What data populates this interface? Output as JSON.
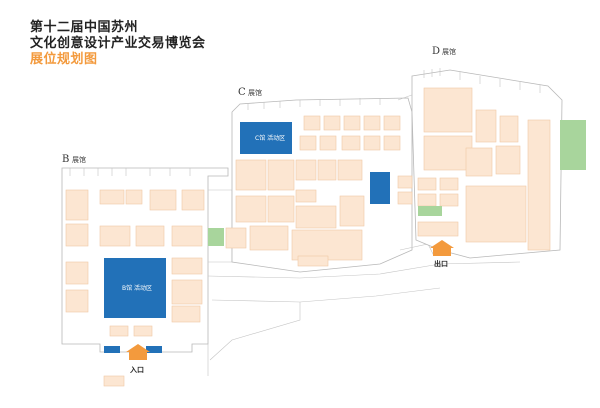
{
  "title": {
    "line1": "第十二届中国苏州",
    "line2": "文化创意设计产业交易博览会",
    "line3": "展位规划图"
  },
  "halls": {
    "b": {
      "letter": "B",
      "word": "展馆"
    },
    "c": {
      "letter": "C",
      "word": "展馆"
    },
    "d": {
      "letter": "D",
      "word": "展馆"
    }
  },
  "zones": {
    "b_activity": "B馆 活动区",
    "c_activity": "C馆 活动区"
  },
  "gates": {
    "entrance": "入口",
    "exit": "出口"
  },
  "colors": {
    "booth": "#fce6d2",
    "activity": "#2271b8",
    "green": "#a8d59c",
    "accent": "#f39a3d"
  },
  "icons": [
    "entrance-marker-icon",
    "exit-marker-icon"
  ]
}
